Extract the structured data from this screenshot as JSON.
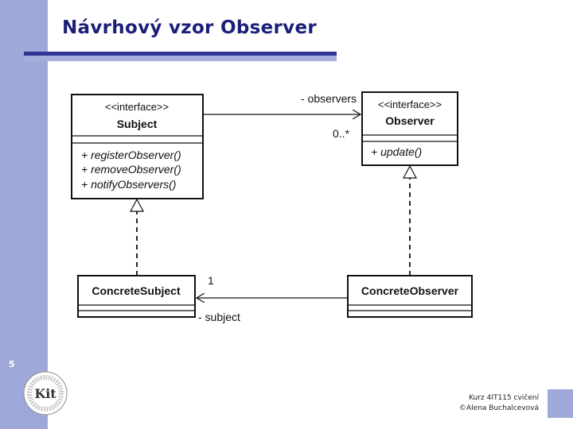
{
  "slide": {
    "title": "Návrhový vzor Observer",
    "number": "5",
    "footer_line1": "Kurz 4IT115 cvičení",
    "footer_line2": "©Alena Buchalcevová",
    "logo_text": "Kit",
    "accent_color": "#9ea9d9",
    "title_color": "#1a1f7a"
  },
  "diagram": {
    "subject": {
      "stereotype": "<<interface>>",
      "name": "Subject",
      "operations": [
        "+ registerObserver()",
        "+ removeObserver()",
        "+ notifyObservers()"
      ]
    },
    "observer": {
      "stereotype": "<<interface>>",
      "name": "Observer",
      "operations": [
        "+ update()"
      ]
    },
    "concrete_subject": {
      "name": "ConcreteSubject"
    },
    "concrete_observer": {
      "name": "ConcreteObserver"
    },
    "association_observers": {
      "role": "- observers",
      "multiplicity": "0..*"
    },
    "association_subject": {
      "role": "- subject",
      "multiplicity": "1"
    }
  }
}
